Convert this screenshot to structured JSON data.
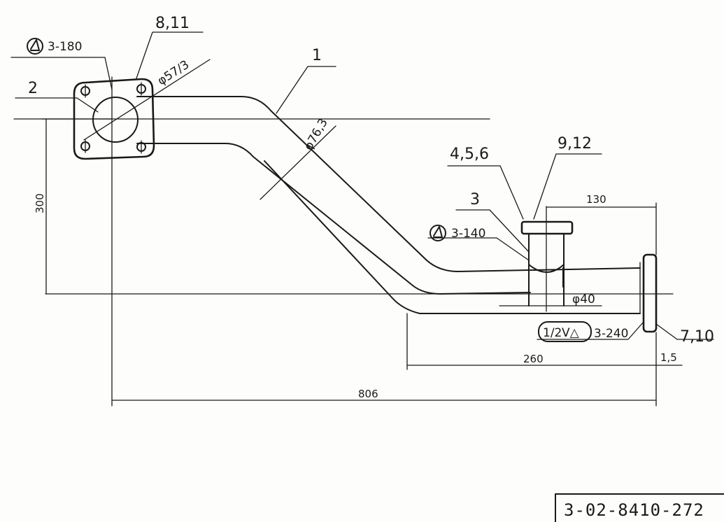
{
  "drawing": {
    "callouts": {
      "pipe": "1",
      "flange": "2",
      "branch": "3",
      "flange_bolts": "8,11",
      "branch_flange": "4,5,6",
      "branch_bolts": "9,12",
      "plate": "7,10"
    },
    "weld_marks": {
      "flange_weld": "3-180",
      "branch_weld": "3-140",
      "plate_weld": "3-240",
      "plate_weld_fraction": "1/2",
      "plate_weld_symbol": "V△"
    },
    "diameters": {
      "flange_bore": "φ57/3",
      "pipe": "φ76,3",
      "branch": "φ40"
    },
    "dimensions": {
      "height": "300",
      "branch_offset": "130",
      "lower_run": "260",
      "overall_length": "806",
      "plate_thickness": "1,5"
    },
    "drawing_number": "3-02-8410-272"
  }
}
